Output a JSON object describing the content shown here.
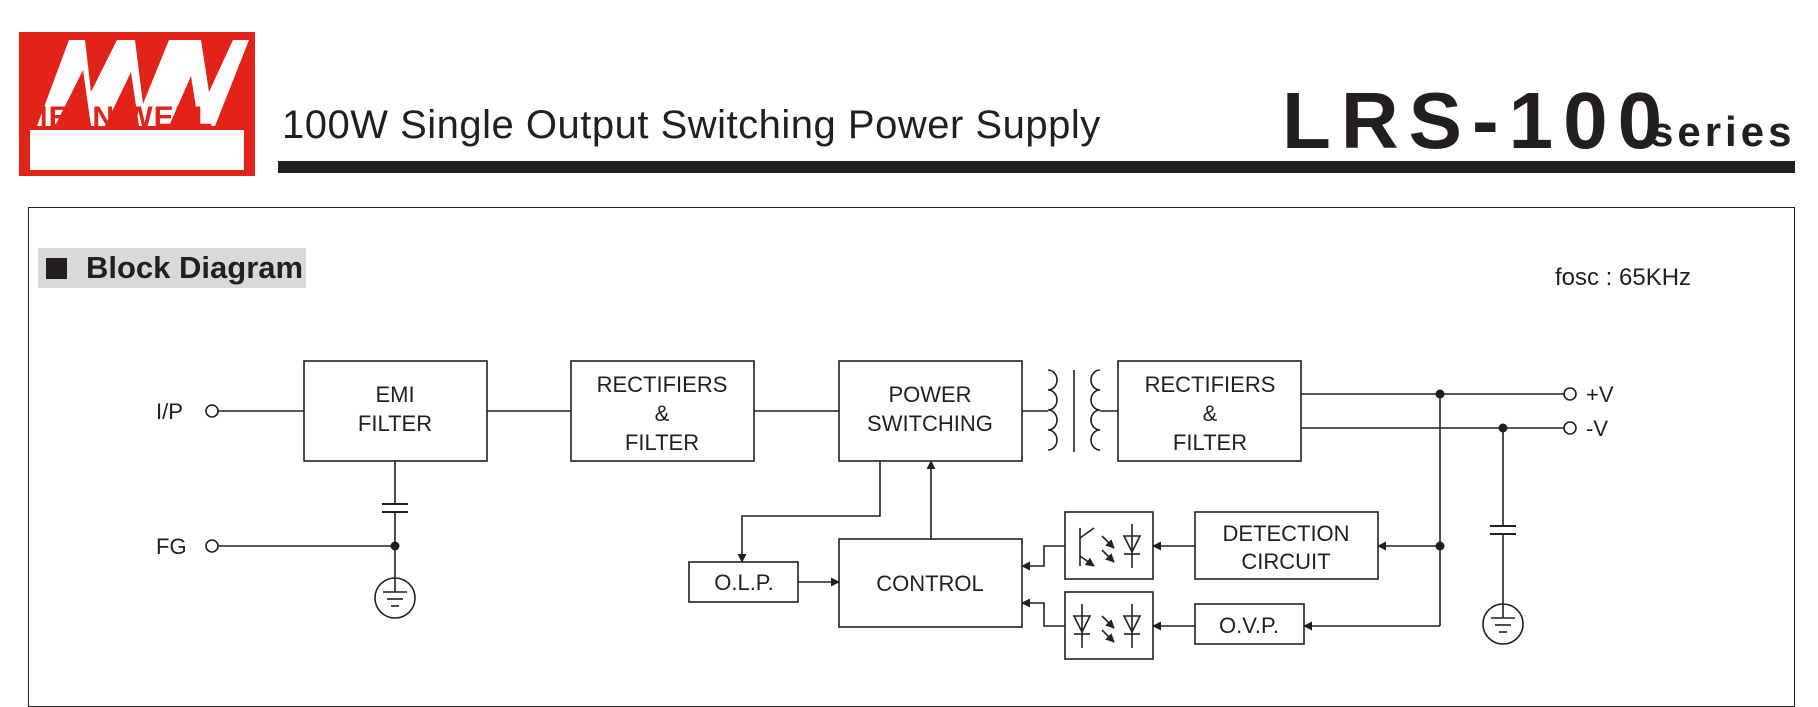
{
  "brand": {
    "name": "MEAN WELL",
    "logo_mark": "MW",
    "color": "#e2231a"
  },
  "header": {
    "subtitle": "100W Single Output Switching Power Supply",
    "model": "LRS-100",
    "series": "series"
  },
  "section": {
    "title": "Block Diagram"
  },
  "fosc": "fosc : 65KHz",
  "diagram": {
    "blocks": {
      "emi_filter": [
        "EMI",
        "FILTER"
      ],
      "rect_filter_in": [
        "RECTIFIERS",
        "&",
        "FILTER"
      ],
      "power_switching": [
        "POWER",
        "SWITCHING"
      ],
      "rect_filter_out": [
        "RECTIFIERS",
        "&",
        "FILTER"
      ],
      "olp": "O.L.P.",
      "control": "CONTROL",
      "detection": [
        "DETECTION",
        "CIRCUIT"
      ],
      "ovp": "O.V.P."
    },
    "terminals": {
      "ip": "I/P",
      "fg": "FG",
      "pos": "+V",
      "neg": "-V"
    }
  }
}
